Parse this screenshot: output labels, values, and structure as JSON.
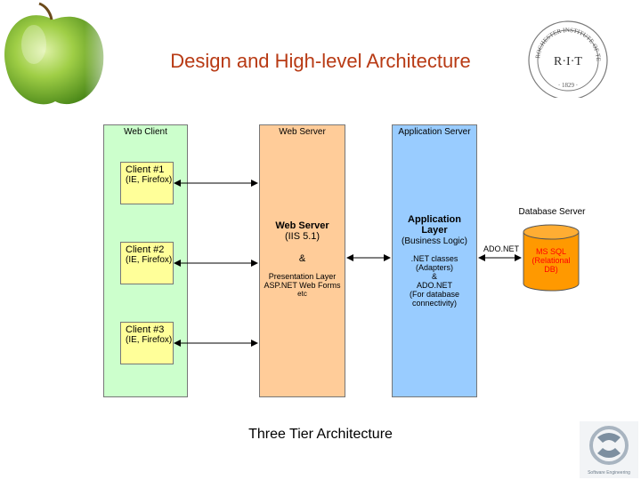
{
  "slide": {
    "title": "Design and High-level Architecture",
    "subtitle": "Three Tier Architecture"
  },
  "logos": {
    "rit_seal": {
      "text": "R·I·T",
      "ring": "ROCHESTER INSTITUTE OF TECHNOLOGY",
      "year": "· 1829 ·"
    },
    "se_badge": {
      "caption": "Software Engineering"
    },
    "apple": "apple-image"
  },
  "diagram": {
    "web_client": {
      "label": "Web Client",
      "clients": [
        {
          "name": "Client #1",
          "detail": "(IE, Firefox)"
        },
        {
          "name": "Client #2",
          "detail": "(IE, Firefox)"
        },
        {
          "name": "Client #3",
          "detail": "(IE, Firefox)"
        }
      ]
    },
    "web_server": {
      "label": "Web Server",
      "heading": "Web Server",
      "version": "(IIS 5.1)",
      "amp": "&",
      "pres1": "Presentation Layer",
      "pres2": "ASP.NET Web Forms",
      "pres3": "etc"
    },
    "app_server": {
      "label": "Application Server",
      "heading1": "Application",
      "heading2": "Layer",
      "logic": "(Business Logic)",
      "l1": ".NET classes",
      "l2": "(Adapters)",
      "l3": "&",
      "l4": "ADO.NET",
      "l5": "(For database",
      "l6": "connectivity)"
    },
    "db": {
      "label": "Database Server",
      "connector": "ADO.NET",
      "l1": "MS SQL",
      "l2": "(Relational",
      "l3": "DB)"
    }
  },
  "colors": {
    "title": "#b83a14",
    "web_client": "#ccffcc",
    "web_server": "#ffcc99",
    "app_server": "#99ccff",
    "client_box": "#ffff99",
    "db": "#ff9900",
    "db_text": "#ff0000"
  }
}
